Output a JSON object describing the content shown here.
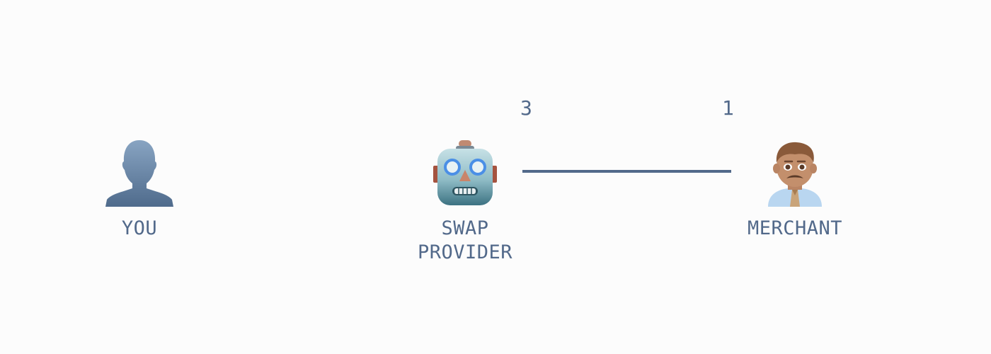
{
  "diagram": {
    "background": "#fcfcfc",
    "text_color": "#52698a",
    "edge_color": "#52698a",
    "nodes": [
      {
        "id": "you",
        "label": "YOU",
        "icon": "bust-silhouette-icon"
      },
      {
        "id": "swap-provider",
        "label_line1": "SWAP",
        "label_line2": "PROVIDER",
        "icon": "robot-face-icon"
      },
      {
        "id": "merchant",
        "label": "MERCHANT",
        "icon": "man-office-worker-icon"
      }
    ],
    "edges": [
      {
        "from": "swap-provider",
        "to": "merchant",
        "label_from": "3",
        "label_to": "1"
      }
    ]
  }
}
